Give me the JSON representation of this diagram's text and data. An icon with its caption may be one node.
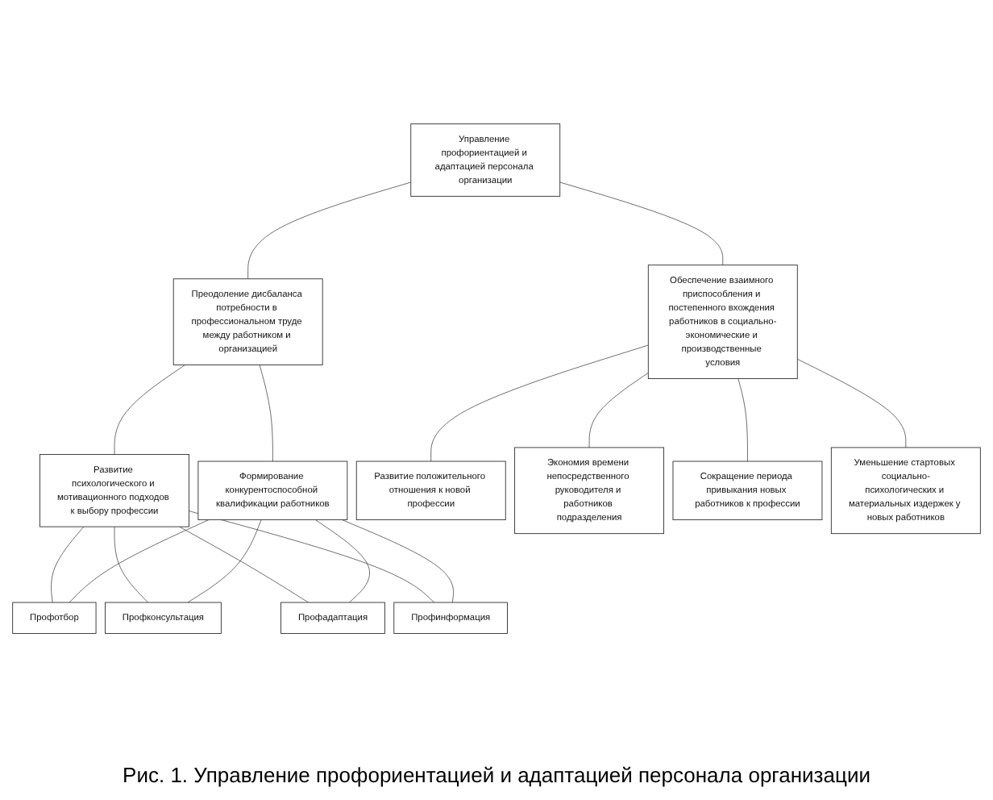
{
  "diagram": {
    "nodes": [
      {
        "text": [
          "Управление профориентацией и адаптацией персонала организации"
        ]
      },
      {
        "text": [
          "Преодоление дисбаланса потребности в профессиональном труде между работником и организацией"
        ]
      },
      {
        "text": [
          "Обеспечение взаимного приспособления и постепенного вхождения работников в социально-экономические и производственные условия"
        ]
      },
      {
        "text": [
          "Развитие психологического и мотивационного подходов к выбору профессии"
        ]
      },
      {
        "text": [
          "Формирование конкурентоспособной квалификации работников"
        ]
      },
      {
        "text": [
          "Профотбор"
        ]
      },
      {
        "text": [
          "Профконсультация"
        ]
      },
      {
        "text": [
          "Профадаптация"
        ]
      },
      {
        "text": [
          "Профинформация"
        ]
      },
      {
        "text": [
          "Развитие положительного отношения к новой профессии"
        ]
      },
      {
        "text": [
          "Экономия времени непосредственного руководителя и работников подразделения"
        ]
      },
      {
        "text": [
          "Сокращение периода привыкания новых работников к профессии"
        ]
      },
      {
        "text": [
          "Уменьшение стартовых социально-психологических и материальных издержек у новых работников"
        ]
      }
    ],
    "edges": [
      {
        "from": 0,
        "to": 1,
        "arrow": "none"
      },
      {
        "from": 0,
        "to": 2,
        "arrow": "none"
      },
      {
        "from": 1,
        "to": 3,
        "arrow": "none"
      },
      {
        "from": 1,
        "to": 4,
        "arrow": "none"
      },
      {
        "from": 3,
        "to": 5,
        "arrow": "none"
      },
      {
        "from": 3,
        "to": 6,
        "arrow": "none"
      },
      {
        "from": 3,
        "to": 7,
        "arrow": "none"
      },
      {
        "from": 3,
        "to": 8,
        "arrow": "none"
      },
      {
        "from": 4,
        "to": 5,
        "arrow": "none"
      },
      {
        "from": 4,
        "to": 6,
        "arrow": "none"
      },
      {
        "from": 4,
        "to": 7,
        "arrow": "none"
      },
      {
        "from": 4,
        "to": 8,
        "arrow": "none"
      },
      {
        "from": 2,
        "to": 9,
        "arrow": "none"
      },
      {
        "from": 2,
        "to": 10,
        "arrow": "none"
      },
      {
        "from": 2,
        "to": 11,
        "arrow": "none"
      },
      {
        "from": 2,
        "to": 12,
        "arrow": "none"
      }
    ],
    "caption": "Рис. 1. Управление профориентацией и адаптацией персонала организации"
  }
}
